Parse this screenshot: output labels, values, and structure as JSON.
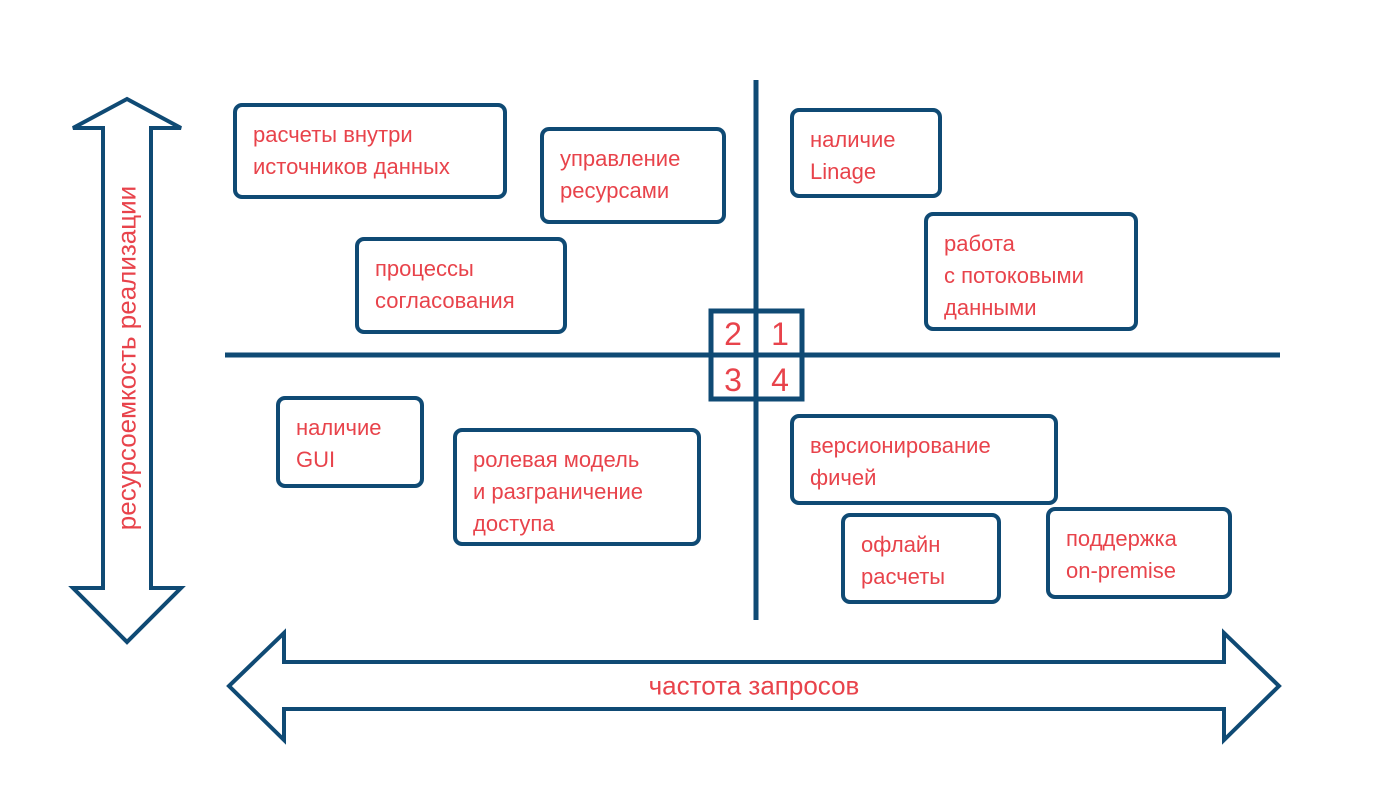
{
  "colors": {
    "stroke": "#0f4a74",
    "text": "#e8434b",
    "background": "#ffffff"
  },
  "axes": {
    "y_label": "ресурсоемкость реализации",
    "x_label": "частота запросов"
  },
  "quadrant_numbers": {
    "top_left": "2",
    "top_right": "1",
    "bottom_left": "3",
    "bottom_right": "4"
  },
  "cards": [
    {
      "quadrant": "2",
      "text": "расчеты внутри\nисточников данных"
    },
    {
      "quadrant": "2",
      "text": "управление\nресурсами"
    },
    {
      "quadrant": "2",
      "text": "процессы\nсогласования"
    },
    {
      "quadrant": "1",
      "text": "наличие\nLinage"
    },
    {
      "quadrant": "1",
      "text": "работа\nс потоковыми\nданными"
    },
    {
      "quadrant": "3",
      "text": "наличие\nGUI"
    },
    {
      "quadrant": "3",
      "text": "ролевая модель\nи разграничение\nдоступа"
    },
    {
      "quadrant": "4",
      "text": "версионирование\nфичей"
    },
    {
      "quadrant": "4",
      "text": "офлайн\nрасчеты"
    },
    {
      "quadrant": "4",
      "text": "поддержка\non-premise"
    }
  ]
}
